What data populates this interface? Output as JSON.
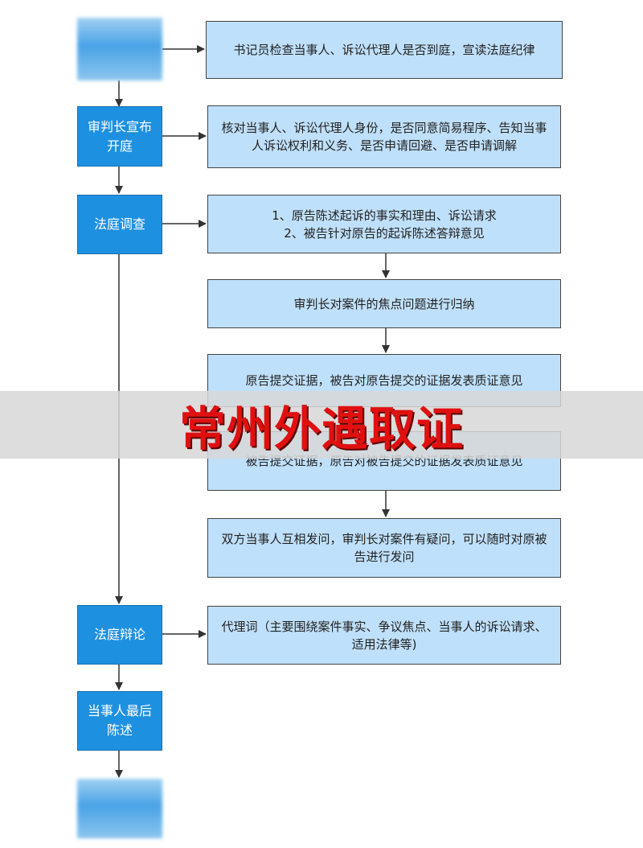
{
  "stages": [
    {
      "id": "start",
      "label": ""
    },
    {
      "id": "open",
      "label": "审判长宣布开庭"
    },
    {
      "id": "investigate",
      "label": "法庭调查"
    },
    {
      "id": "debate",
      "label": "法庭辩论"
    },
    {
      "id": "final",
      "label": "当事人最后陈述"
    },
    {
      "id": "end",
      "label": ""
    }
  ],
  "details": [
    {
      "id": "d1",
      "text": "书记员检查当事人、诉讼代理人是否到庭，宣读法庭纪律"
    },
    {
      "id": "d2",
      "text": "核对当事人、诉讼代理人身份，是否同意简易程序、告知当事人诉讼权利和义务、是否申请回避、是否申请调解"
    },
    {
      "id": "d3",
      "text": "1、原告陈述起诉的事实和理由、诉讼请求\n2、被告针对原告的起诉陈述答辩意见"
    },
    {
      "id": "d4",
      "text": "审判长对案件的焦点问题进行归纳"
    },
    {
      "id": "d5",
      "text": "原告提交证据，被告对原告提交的证据发表质证意见"
    },
    {
      "id": "d6",
      "text": "被告提交证据，原告对被告提交的证据发表质证意见"
    },
    {
      "id": "d7",
      "text": "双方当事人互相发问，审判长对案件有疑问，可以随时对原被告进行发问"
    },
    {
      "id": "d8",
      "text": "代理词（主要围绕案件事实、争议焦点、当事人的诉讼请求、适用法律等)"
    }
  ],
  "watermark": "常州外遇取证",
  "colors": {
    "stage_fill": "#1e90e0",
    "detail_fill": "#bfe0fa",
    "line": "#333333",
    "watermark": "#e01010"
  }
}
